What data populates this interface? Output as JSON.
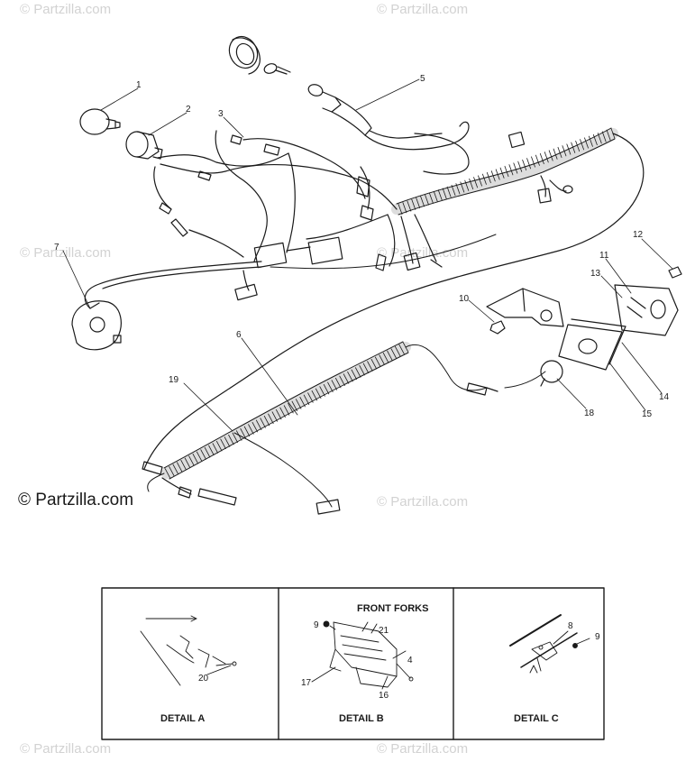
{
  "watermarks": {
    "main": "© Partzilla.com",
    "faint": "© Partzilla.com"
  },
  "callouts": {
    "c1": "1",
    "c2": "2",
    "c3": "3",
    "c5": "5",
    "c6": "6",
    "c7": "7",
    "c10": "10",
    "c11": "11",
    "c12": "12",
    "c13": "13",
    "c14": "14",
    "c15": "15",
    "c18": "18",
    "c19": "19"
  },
  "details": {
    "a": {
      "label": "DETAIL A",
      "callouts": {
        "c20": "20"
      }
    },
    "b": {
      "label": "DETAIL B",
      "title": "FRONT FORKS",
      "callouts": {
        "c9": "9",
        "c21": "21",
        "c4": "4",
        "c17": "17",
        "c16": "16"
      }
    },
    "c": {
      "label": "DETAIL C",
      "callouts": {
        "c8": "8",
        "c9": "9"
      }
    }
  },
  "colors": {
    "line": "#1a1a1a",
    "watermark": "#d2d2d2"
  }
}
